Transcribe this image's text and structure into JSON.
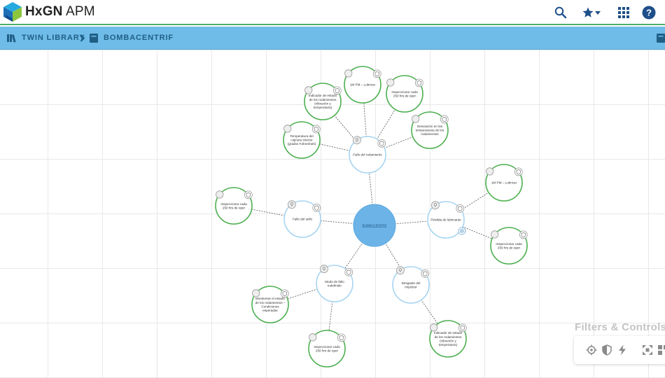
{
  "app": {
    "title_bold": "HxGN",
    "title_rest": " APM"
  },
  "header_icons": [
    "search-icon",
    "star-icon",
    "chevron-down-icon",
    "apps-grid-icon",
    "help-icon"
  ],
  "breadcrumb": {
    "library": "TWIN LIBRARY",
    "current": "BOMBACENTRIF"
  },
  "colors": {
    "accent_green": "#4fae6a",
    "breadcrumb_bg": "#6fbce9",
    "center_node": "#6cb4e8",
    "failure_ring": "#a6d4f0",
    "task_ring": "#4caf50"
  },
  "graph": {
    "center": {
      "label": "BOMBACENTRIF"
    },
    "failure_modes": [
      {
        "id": "fm1",
        "lines": [
          "Fallo del rodamiento"
        ]
      },
      {
        "id": "fm2",
        "lines": [
          "Fallo del sello"
        ]
      },
      {
        "id": "fm3",
        "lines": [
          "Pérdida de lubricante"
        ]
      },
      {
        "id": "fm4",
        "lines": [
          "Modo de fallo",
          "indefinido"
        ]
      },
      {
        "id": "fm5",
        "lines": [
          "Desgaste del",
          "Impulsor"
        ]
      }
    ],
    "tasks": [
      {
        "id": "t1",
        "lines": [
          "1M PM – Lubricar"
        ]
      },
      {
        "id": "t2",
        "lines": [
          "Inspeccionar cada",
          "250 hrs de oper"
        ]
      },
      {
        "id": "t3",
        "lines": [
          "Indicador de estado",
          "de los rodamientos",
          "(vibración y",
          "temperatura)"
        ]
      },
      {
        "id": "t4",
        "lines": [
          "Desviación en las",
          "temperaturas de los",
          "rodamientos"
        ]
      },
      {
        "id": "t5",
        "lines": [
          "Temperatura del",
          "cojinete interior",
          "(grados Fahrenheit)"
        ]
      },
      {
        "id": "t6",
        "lines": [
          "Inspeccionar cada",
          "250 hrs de oper"
        ]
      },
      {
        "id": "t7",
        "lines": [
          "1M PM – Lubricar"
        ]
      },
      {
        "id": "t8",
        "lines": [
          "Inspeccionar cada",
          "250 hrs de oper"
        ]
      },
      {
        "id": "t9",
        "lines": [
          "Monitorear el estado",
          "de los rodamientos –",
          "Condiciones",
          "esperadas"
        ]
      },
      {
        "id": "t10",
        "lines": [
          "Inspeccionar cada",
          "250 hrs de oper"
        ]
      },
      {
        "id": "t11",
        "lines": [
          "Indicador de estado",
          "de los rodamientos",
          "(vibración y",
          "temperatura)"
        ]
      }
    ]
  },
  "filters": {
    "title": "Filters & Controls:",
    "icons": [
      "target-icon",
      "shield-icon",
      "bolt-icon",
      "fit-screen-icon",
      "layout-icon"
    ]
  }
}
